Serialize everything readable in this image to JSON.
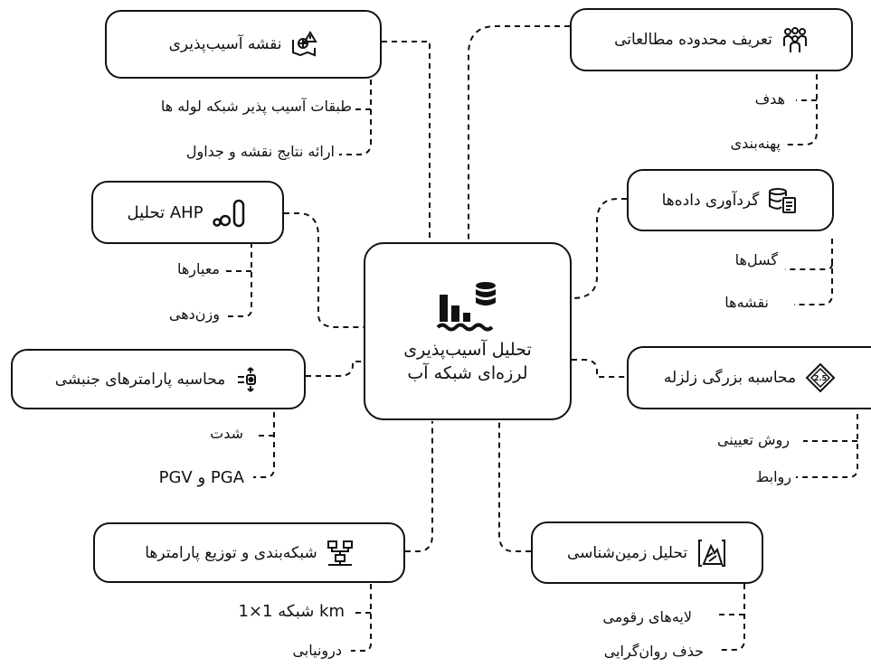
{
  "center": {
    "line1": "تحلیل آسیب‌پذیری",
    "line2": "لرزه‌ای شبکه آب",
    "icon": "water-database-bars-icon"
  },
  "nodes": {
    "vulnerability_map": {
      "label": "نقشه آسیب‌پذیری",
      "icon": "hazard-map-icon",
      "items": [
        "طبقات آسیب پذیر شبکه لوله ها",
        "ارائه نتایج  نقشه  و  جداول"
      ]
    },
    "study_area": {
      "label": "تعریف محدوده مطالعاتی",
      "icon": "people-group-icon",
      "items": [
        "هدف",
        "پهنه‌بندی"
      ]
    },
    "ahp": {
      "label": "AHP تحلیل",
      "icon": "bar-chart-icon",
      "items": [
        "معیارها",
        "وزن‌دهی"
      ]
    },
    "data_collection": {
      "label": "گردآوری داده‌ها",
      "icon": "database-document-icon",
      "items": [
        "گسل‌ها",
        "نقشه‌ها"
      ]
    },
    "motion_params": {
      "label": "محاسبه پارامترهای جنبشی",
      "icon": "seismic-motion-icon",
      "items": [
        "شدت",
        "PGA و PGV"
      ]
    },
    "magnitude": {
      "label": "محاسبه بزرگی زلزله",
      "icon": "magnitude-diamond-icon",
      "icon_text": "2.5",
      "items": [
        "روش تعیینی",
        "روابط"
      ]
    },
    "gridding": {
      "label": "شبکه‌بندی و توزیع پارامترها",
      "icon": "network-grid-icon",
      "items": [
        "km شبکه 1×1",
        "درونیابی"
      ]
    },
    "geology": {
      "label": "تحلیل زمین‌شناسی",
      "icon": "mountain-layers-icon",
      "items": [
        "لایه‌های رقومی",
        "حذف روان‌گرایی"
      ]
    }
  }
}
